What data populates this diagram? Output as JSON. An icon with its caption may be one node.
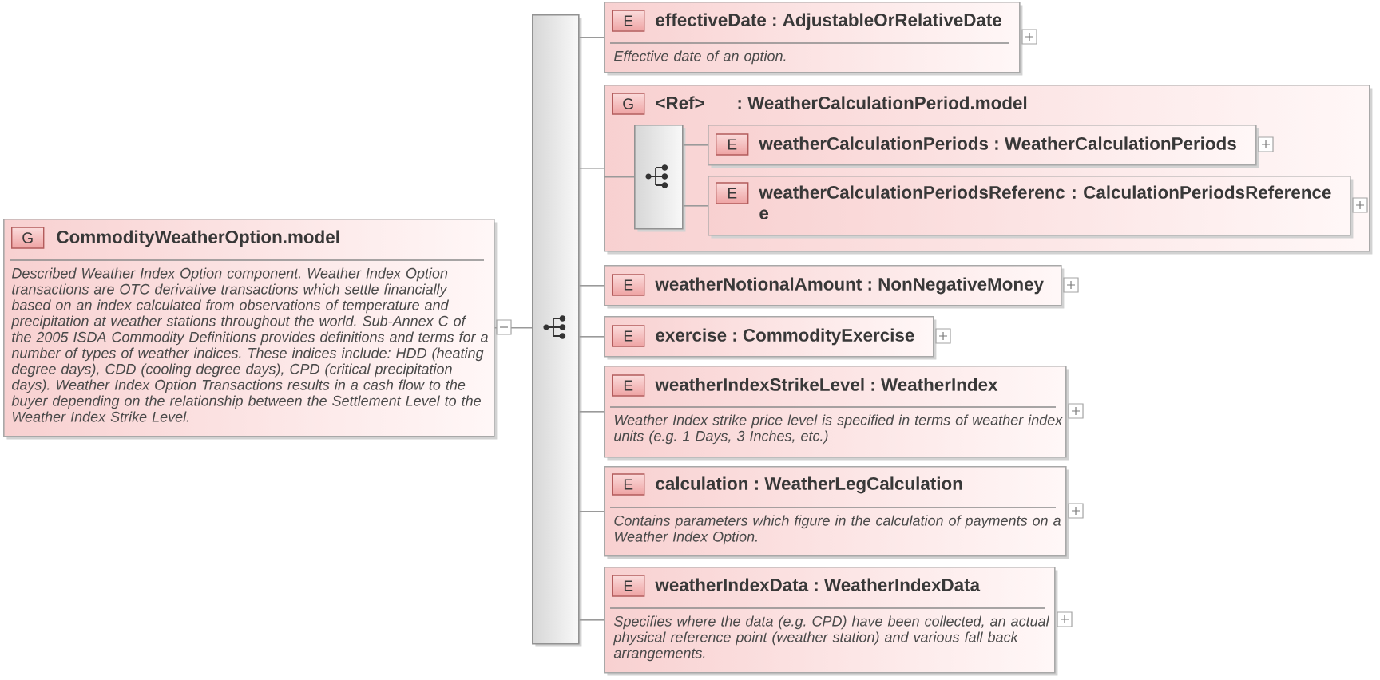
{
  "diagram": {
    "nodes": [
      {
        "text": [
          "G",
          "CommodityWeatherOption.model",
          "Described Weather Index Option component. Weather Index Option transactions are OTC derivative transactions which settle financially based on an index calculated from observations of temperature and precipitation at weather stations throughout the world. Sub-Annex C of the 2005 ISDA Commodity Definitions provides definitions and terms for a number of types of weather indices. These indices include: HDD (heating degree days), CDD (cooling degree days), CPD (critical precipitation days). Weather Index Option Transactions results in a cash flow to the buyer depending on the relationship between the Settlement Level to the Weather Index Strike Level."
        ]
      },
      {
        "text": [],
        "shape": "box"
      },
      {
        "text": [
          "E",
          "effectiveDate : AdjustableOrRelativeDate",
          "Effective date of an option."
        ]
      },
      {
        "text": [
          "G",
          "<Ref>",
          ": WeatherCalculationPeriod.model"
        ]
      },
      {
        "text": [],
        "shape": "box",
        "in": 3
      },
      {
        "text": [
          "E",
          "weatherCalculationPeriods : WeatherCalculationPeriods"
        ],
        "in": 3
      },
      {
        "text": [
          "E",
          "weatherCalculationPeriodsReferenc : CalculationPeriodsReference e"
        ],
        "in": 3
      },
      {
        "text": [
          "E",
          "weatherNotionalAmount : NonNegativeMoney"
        ]
      },
      {
        "text": [
          "E",
          "exercise : CommodityExercise"
        ]
      },
      {
        "text": [
          "E",
          "weatherIndexStrikeLevel : WeatherIndex",
          "Weather Index strike price level is specified in terms of weather index units (e.g. 1 Days, 3 Inches, etc.)"
        ]
      },
      {
        "text": [
          "E",
          "calculation : WeatherLegCalculation",
          "Contains parameters which figure in the calculation of payments on a Weather Index Option."
        ]
      },
      {
        "text": [
          "E",
          "weatherIndexData : WeatherIndexData",
          "Specifies where the data (e.g. CPD) have been collected, an actual physical reference point (weather station) and various fall back arrangements."
        ]
      }
    ],
    "edges": [
      {
        "from": 0,
        "to": 1,
        "arrow": "none"
      },
      {
        "from": 1,
        "to": 2,
        "arrow": "none"
      },
      {
        "from": 1,
        "to": 3,
        "arrow": "none"
      },
      {
        "from": 3,
        "to": 4,
        "arrow": "none"
      },
      {
        "from": 4,
        "to": 5,
        "arrow": "none"
      },
      {
        "from": 4,
        "to": 6,
        "arrow": "none"
      },
      {
        "from": 1,
        "to": 7,
        "arrow": "none"
      },
      {
        "from": 1,
        "to": 8,
        "arrow": "none"
      },
      {
        "from": 1,
        "to": 9,
        "arrow": "none"
      },
      {
        "from": 1,
        "to": 10,
        "arrow": "none"
      },
      {
        "from": 1,
        "to": 11,
        "arrow": "none"
      }
    ]
  }
}
